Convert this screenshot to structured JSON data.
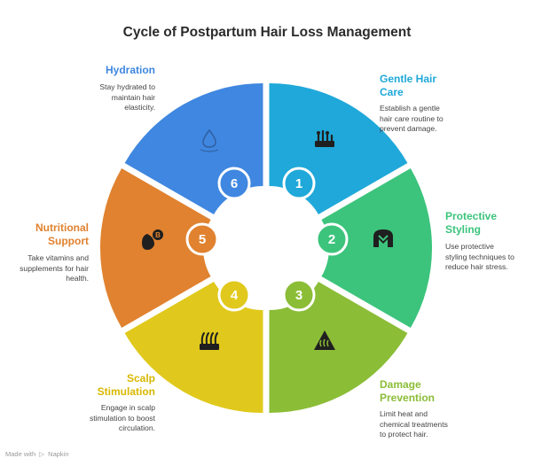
{
  "title": "Cycle of Postpartum Hair Loss Management",
  "segments": [
    {
      "number": "1",
      "title": "Gentle Hair Care",
      "title_lines": [
        "Gentle Hair",
        "Care"
      ],
      "description": "Establish a gentle hair care routine to prevent damage.",
      "desc_lines": [
        "Establish a gentle",
        "hair care routine to",
        "prevent damage."
      ],
      "color": "#1fa8d9",
      "title_color": "#1fa8d9",
      "icon": "hair-follicle-icon"
    },
    {
      "number": "2",
      "title": "Protective Styling",
      "title_lines": [
        "Protective",
        "Styling"
      ],
      "description": "Use protective styling techniques to reduce hair stress.",
      "desc_lines": [
        "Use protective",
        "styling techniques to",
        "reduce hair stress."
      ],
      "color": "#3cc47c",
      "title_color": "#3cc47c",
      "icon": "protective-hair-icon"
    },
    {
      "number": "3",
      "title": "Damage Prevention",
      "title_lines": [
        "Damage",
        "Prevention"
      ],
      "description": "Limit heat and chemical treatments to protect hair.",
      "desc_lines": [
        "Limit heat and",
        "chemical treatments",
        "to protect hair."
      ],
      "color": "#8bbd37",
      "title_color": "#8bbd37",
      "icon": "heat-warning-icon"
    },
    {
      "number": "4",
      "title": "Scalp Stimulation",
      "title_lines": [
        "Scalp",
        "Stimulation"
      ],
      "description": "Engage in scalp stimulation to boost circulation.",
      "desc_lines": [
        "Engage in scalp",
        "stimulation to boost",
        "circulation."
      ],
      "color": "#e0c91c",
      "title_color": "#d8b800",
      "icon": "scalp-icon"
    },
    {
      "number": "5",
      "title": "Nutritional Support",
      "title_lines": [
        "Nutritional",
        "Support"
      ],
      "description": "Take vitamins and supplements for hair health.",
      "desc_lines": [
        "Take vitamins and",
        "supplements for hair",
        "health."
      ],
      "color": "#e0822f",
      "title_color": "#e0822f",
      "icon": "vitamin-b-icon"
    },
    {
      "number": "6",
      "title": "Hydration",
      "title_lines": [
        "Hydration"
      ],
      "description": "Stay hydrated to maintain hair elasticity.",
      "desc_lines": [
        "Stay hydrated to",
        "maintain hair",
        "elasticity."
      ],
      "color": "#3f87e0",
      "title_color": "#3f87e0",
      "icon": "water-drop-icon"
    }
  ],
  "footer": {
    "prefix": "Made with",
    "brand": "Napkin"
  }
}
